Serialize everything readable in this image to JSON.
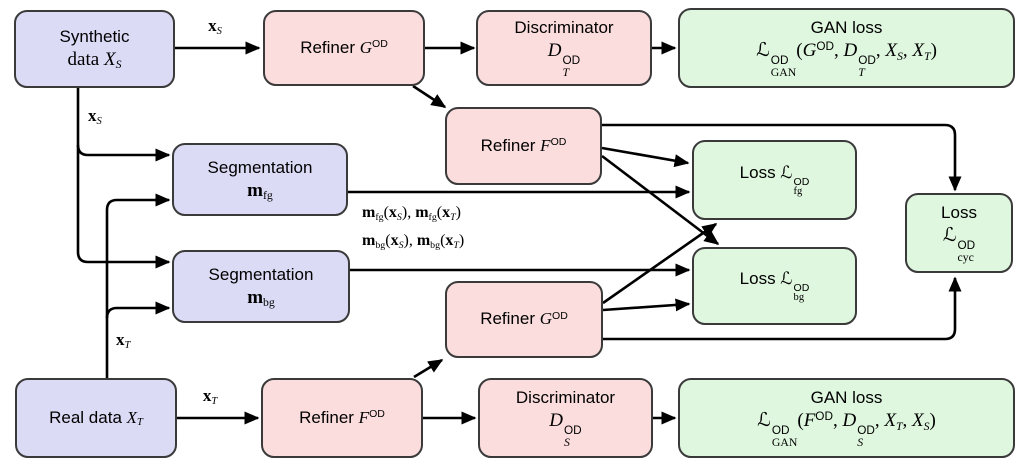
{
  "figure": {
    "colors": {
      "data_box": "#dbdbf6",
      "model_box": "#fbdddd",
      "loss_box": "#dff6df",
      "border": "#3a3a3a",
      "arrow": "#000000"
    },
    "nodes": {
      "synthetic_data": {
        "line1": "Synthetic",
        "line2": "data [v:X][_:S]"
      },
      "refiner_g_top": {
        "line1": "Refiner [v:G][^:OD]"
      },
      "discriminator_t": {
        "line1": "Discriminator",
        "line2": "[v:D][s:OD|T]"
      },
      "gan_loss_top": {
        "line1": "GAN loss",
        "line2": "[v:ℒ][s:OD|GAN]([v:G][^:OD], [v:D][s:OD|T], [v:X][_:S], [v:X][_:T])"
      },
      "segmentation_fg": {
        "line1": "Segmentation",
        "line2": "[b:m][_:fg]"
      },
      "segmentation_bg": {
        "line1": "Segmentation",
        "line2": "[b:m][_:bg]"
      },
      "refiner_f_mid": {
        "line1": "Refiner [v:F][^:OD]"
      },
      "refiner_g_mid": {
        "line1": "Refiner [v:G][^:OD]"
      },
      "loss_fg": {
        "line1": "Loss [v:ℒ][s:OD|fg]"
      },
      "loss_bg": {
        "line1": "Loss [v:ℒ][s:OD|bg]"
      },
      "loss_cyc": {
        "line1": "Loss",
        "line2": "[v:ℒ][s:OD|cyc]"
      },
      "real_data": {
        "line1": "Real data [v:X][_:T]"
      },
      "refiner_f_bottom": {
        "line1": "Refiner [v:F][^:OD]"
      },
      "discriminator_s": {
        "line1": "Discriminator",
        "line2": "[v:D][s:OD|S]"
      },
      "gan_loss_bottom": {
        "line1": "GAN loss",
        "line2": "[v:ℒ][s:OD|GAN]([v:F][^:OD], [v:D][s:OD|S], [v:X][_:T], [v:X][_:S])"
      }
    },
    "edge_labels": {
      "xs_top": "[b:x][_:S]",
      "xs_left": "[b:x][_:S]",
      "xt_left": "[b:x][_:T]",
      "xt_bottom": "[b:x][_:T]",
      "masks_fg": "[b:m][_:fg]([b:x][_:S]), [b:m][_:fg]([b:x][_:T])",
      "masks_bg": "[b:m][_:bg]([b:x][_:S]), [b:m][_:bg]([b:x][_:T])"
    }
  }
}
